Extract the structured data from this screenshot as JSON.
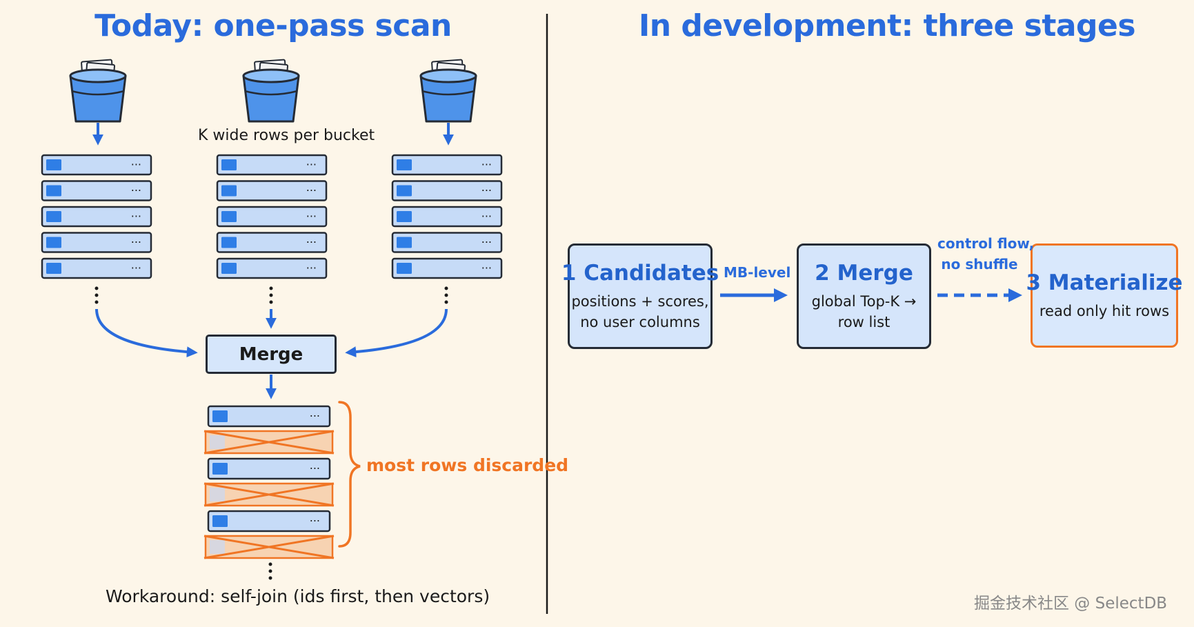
{
  "left": {
    "title": "Today: one-pass scan",
    "per_bucket_label": "K wide rows per bucket",
    "merge_label": "Merge",
    "row_dots": "···",
    "discard_label": "most rows discarded",
    "workaround": "Workaround: self-join (ids first, then vectors)"
  },
  "right": {
    "title": "In development: three stages",
    "stages": [
      {
        "title": "1  Candidates",
        "desc1": "positions + scores,",
        "desc2": "no user columns"
      },
      {
        "title": "2  Merge",
        "desc1": "global Top-K →",
        "desc2": "row list"
      },
      {
        "title": "3  Materialize",
        "desc1": "read only hit rows",
        "desc2": ""
      }
    ],
    "arrow1_label": "MB-level",
    "arrow2_label_line1": "control flow,",
    "arrow2_label_line2": "no shuffle"
  },
  "watermark": "掘金技术社区 @ SelectDB",
  "colors": {
    "accent_blue": "#2a6bdc",
    "row_fill": "#c6dbf7",
    "row_tab": "#2f7ee6",
    "outline": "#252b35",
    "discard_orange": "#f07524",
    "background": "#fdf6e9"
  }
}
